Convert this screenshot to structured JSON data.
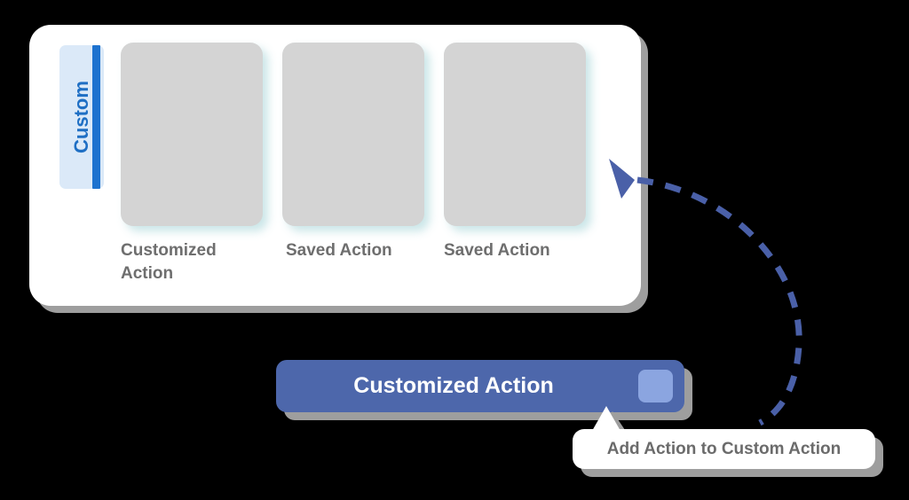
{
  "panel": {
    "tab": {
      "label": "Custom",
      "accent_color": "#1d72cf",
      "background_color": "#dbe9f8"
    },
    "cards": [
      {
        "label": "Customized Action",
        "placeholder_color": "#d4d4d4"
      },
      {
        "label": "Saved Action",
        "placeholder_color": "#d4d4d4"
      },
      {
        "label": "Saved Action",
        "placeholder_color": "#d4d4d4"
      }
    ]
  },
  "action_bar": {
    "label": "Customized Action",
    "bar_color": "#4d67ab",
    "swatch_color": "#8ba5e0",
    "text_color": "#ffffff"
  },
  "tooltip": {
    "text": "Add Action to Custom Action",
    "text_color": "#6b6b6b",
    "background_color": "#ffffff"
  },
  "annotation": {
    "arrow_color": "#4a60a8",
    "style": "dashed-curve",
    "arrowhead": "left-pointing-triangle"
  },
  "canvas": {
    "background_color": "#000000"
  }
}
